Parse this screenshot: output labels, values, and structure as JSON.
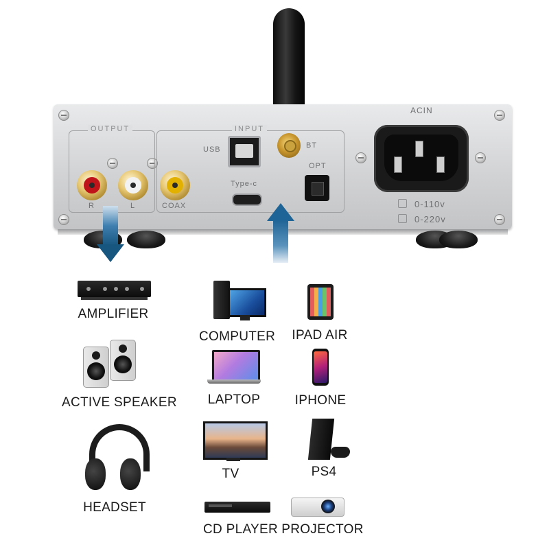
{
  "panel": {
    "output_label": "OUTPUT",
    "input_label": "INPUT",
    "acin_label": "ACIN",
    "usb_label": "USB",
    "bt_label": "BT",
    "typec_label": "Type-c",
    "opt_label": "OPT",
    "r_label": "R",
    "l_label": "L",
    "coax_label": "COAX",
    "voltage_110": "0-110v",
    "voltage_220": "0-220v"
  },
  "devices": {
    "amplifier": "AMPLIFIER",
    "active_speaker": "ACTIVE SPEAKER",
    "headset": "HEADSET",
    "computer": "COMPUTER",
    "ipad_air": "IPAD AIR",
    "laptop": "LAPTOP",
    "iphone": "IPHONE",
    "tv": "TV",
    "ps4": "PS4",
    "cd_player": "CD PLAYER",
    "projector": "PROJECTOR"
  },
  "colors": {
    "arrow": "#1d5d90",
    "rca_red": "#c0141b",
    "rca_white": "#f2f2f2",
    "rca_yellow": "#e2b100"
  },
  "icons": {
    "output_arrow": "arrow-down-icon",
    "input_arrow": "arrow-up-icon"
  }
}
